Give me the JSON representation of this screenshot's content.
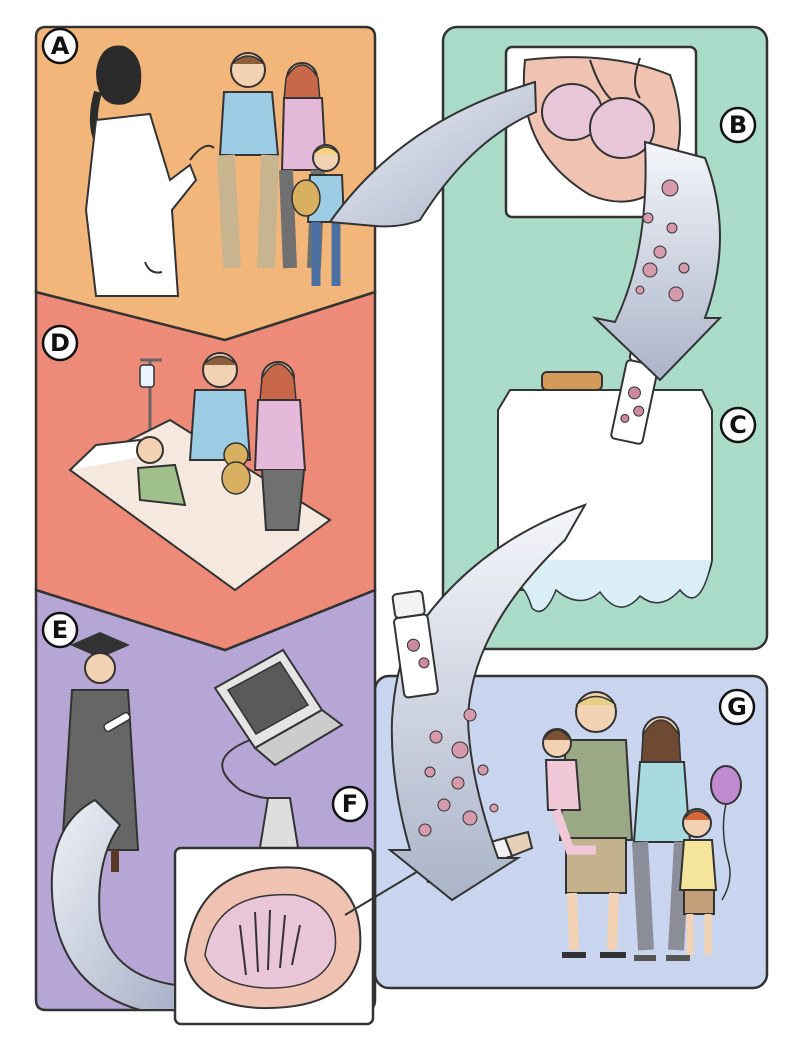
{
  "panels": {
    "a": {
      "label": "A",
      "color": "#f3b67a"
    },
    "b": {
      "label": "B",
      "color": "#a9dbc8"
    },
    "c": {
      "label": "C"
    },
    "d": {
      "label": "D",
      "color": "#ee8a78"
    },
    "e": {
      "label": "E",
      "color": "#b6a6d6"
    },
    "f": {
      "label": "F"
    },
    "g": {
      "label": "G",
      "color": "#c9d5ee"
    }
  },
  "icons": [
    "doctor-icon",
    "family-icon",
    "testis-icon",
    "tissue-vial-icon",
    "cryo-dewar-icon",
    "hospital-bed-icon",
    "graduate-icon",
    "ultrasound-laptop-icon",
    "injection-needle-icon",
    "happy-family-icon",
    "balloon-icon"
  ]
}
